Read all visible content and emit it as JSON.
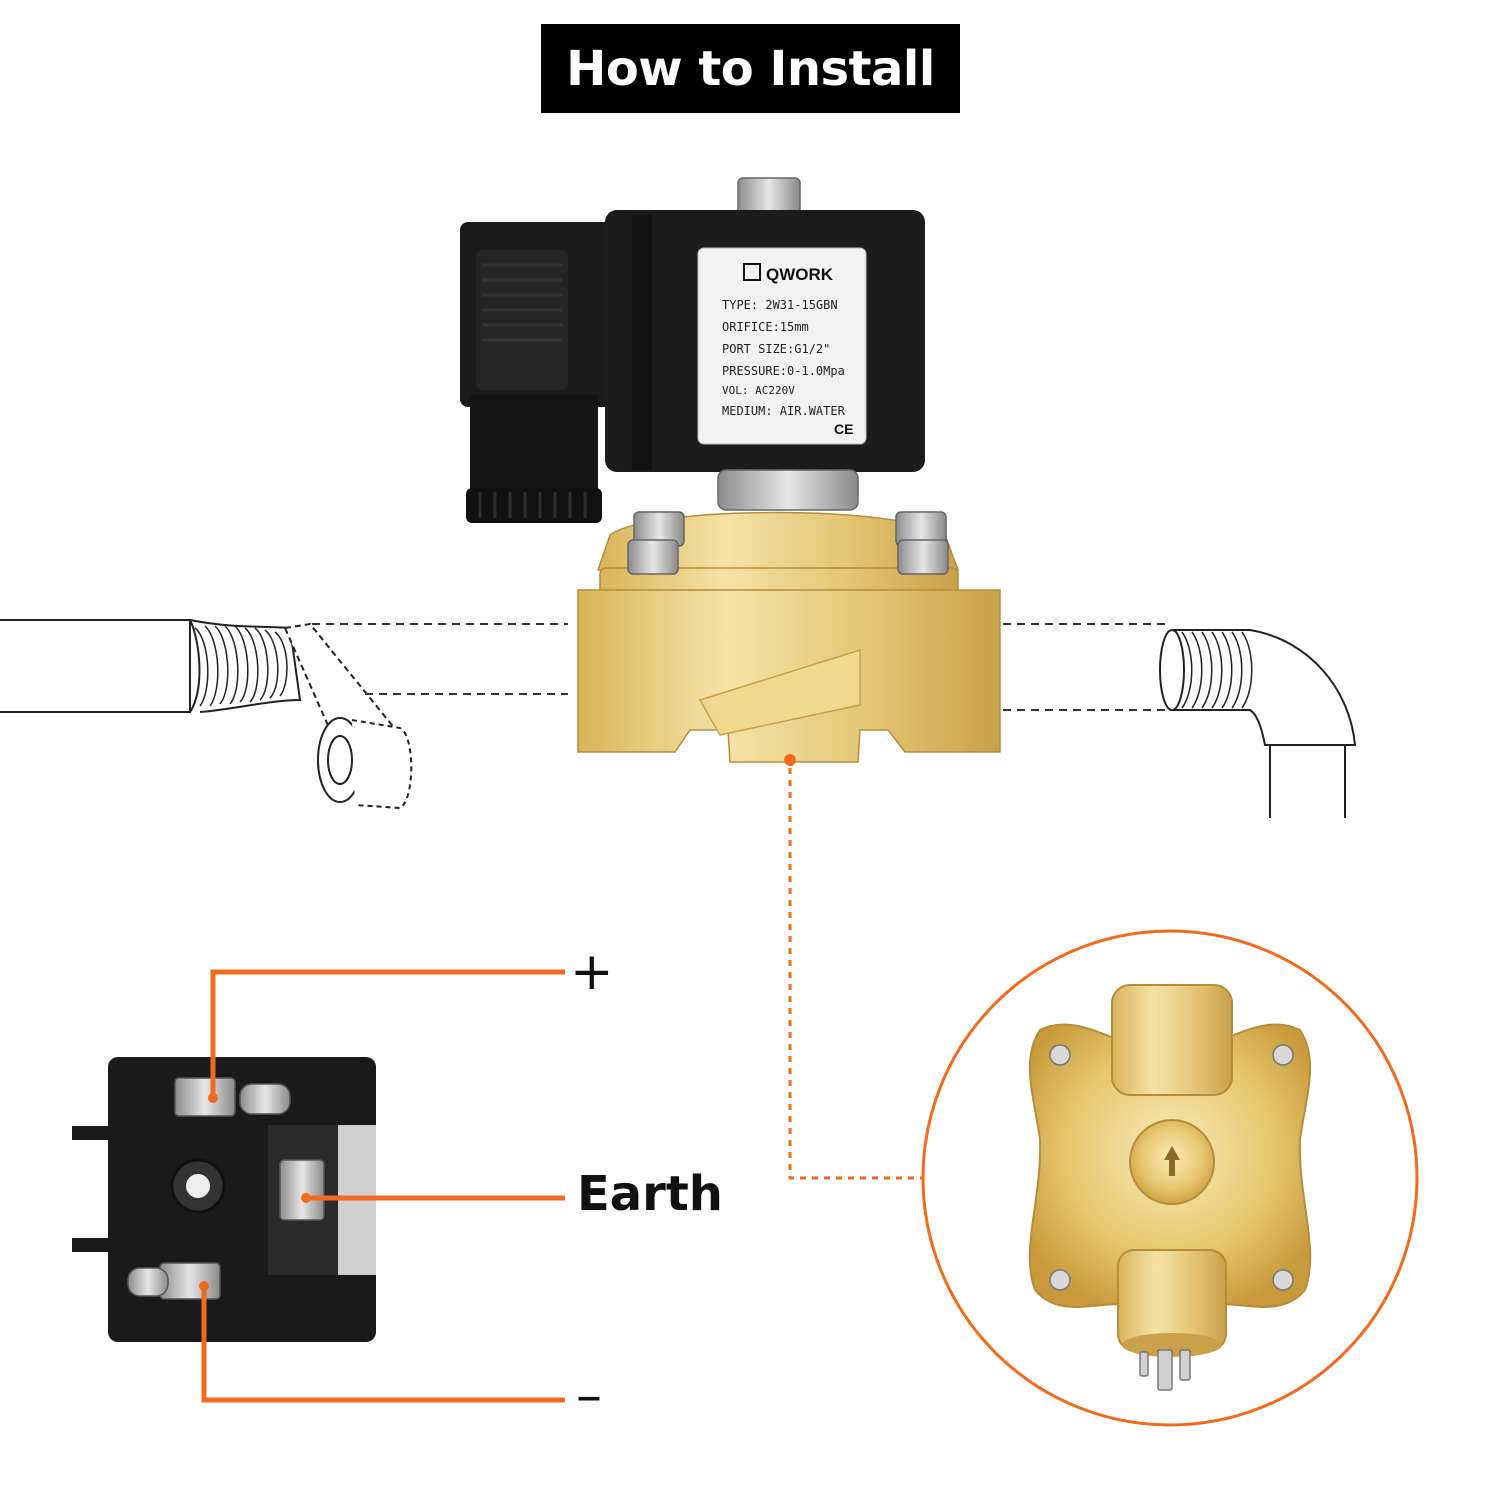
{
  "title": "How to Install",
  "nameplate": {
    "brand": "QWORK",
    "type": "TYPE: 2W31-15GBN",
    "orifice": "ORIFICE:15mm",
    "port_size": "PORT SIZE:G1/2\"",
    "pressure": "PRESSURE:0-1.0Mpa",
    "voltage": "VOL: AC220V",
    "medium": "MEDIUM: AIR.WATER",
    "mark": "CE"
  },
  "wiring": {
    "positive_label": "+",
    "earth_label": "Earth",
    "negative_label": "–"
  },
  "colors": {
    "wire": "#f26a1b",
    "brass": "#e6c777",
    "coil": "#1a1a1a"
  }
}
